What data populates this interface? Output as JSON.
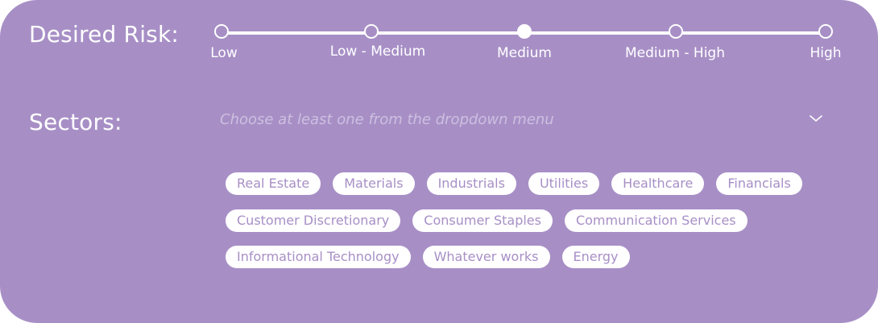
{
  "risk": {
    "label": "Desired Risk:",
    "levels": [
      "Low",
      "Low - Medium",
      "Medium",
      "Medium - High",
      "High"
    ],
    "selected_index": 2
  },
  "sectors": {
    "label": "Sectors:",
    "dropdown": {
      "placeholder": "Choose at least one from the dropdown menu",
      "icon": "chevron-down-icon"
    },
    "options": [
      [
        "Real Estate",
        "Materials",
        "Industrials",
        "Utilities",
        "Healthcare",
        "Financials"
      ],
      [
        "Customer Discretionary",
        "Consumer Staples",
        "Communication Services"
      ],
      [
        "Informational Technology",
        "Whatever works",
        "Energy"
      ]
    ]
  },
  "colors": {
    "panel_background": "#a78fc6",
    "foreground": "#ffffff",
    "placeholder": "#cdbfe0",
    "chip_text": "#a78fc6"
  }
}
